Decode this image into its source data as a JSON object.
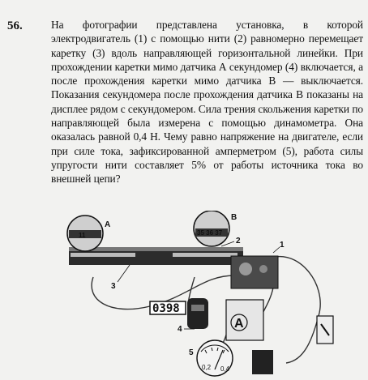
{
  "problem": {
    "number": "56.",
    "text": "На фотографии представлена установка, в которой электродвигатель (1) с помощью нити (2) равномерно перемещает каретку (3) вдоль направляющей горизонтальной линейки. При прохождении каретки мимо датчика А секундомер (4) включается, а после прохождения каретки мимо датчика В — выключается. Показания секундомера после прохождения датчика В показаны на дисплее рядом с секундомером. Сила трения скольжения каретки по направляющей была измерена с помощью динамометра. Она оказалась равной 0,4 Н. Чему равно напряжение на двигателе, если при силе тока, зафиксированной амперметром (5), работа силы упругости нити составляет 5% от работы источника тока во внешней цепи?"
  },
  "figure": {
    "labels": {
      "sensor_a": "A",
      "sensor_b": "B",
      "motor": "1",
      "thread": "2",
      "carriage": "3",
      "stopwatch": "4",
      "ammeter": "5"
    },
    "sensor_a_ruler_digits": "11",
    "sensor_b_ruler_digits": "35 36 37",
    "stopwatch_display": "0398",
    "ammeter_symbol": "A",
    "ammeter_scale": [
      "0,2",
      "0,4"
    ]
  }
}
